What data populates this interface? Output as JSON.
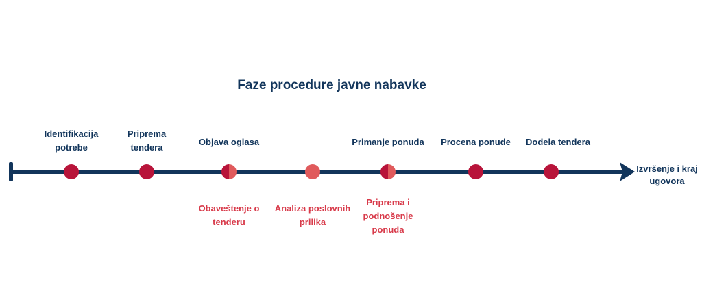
{
  "title": "Faze procedure javne nabavke",
  "top_labels": [
    "Identifikacija potrebe",
    "Priprema tendera",
    "Objava oglasa",
    "Primanje ponuda",
    "Procena ponude",
    "Dodela tendera"
  ],
  "bottom_labels": [
    "Obaveštenje o tenderu",
    "Analiza poslovnih prilika",
    "Priprema i podnošenje ponuda"
  ],
  "end_label": "Izvršenje i kraj ugovora",
  "colors": {
    "navy": "#12355b",
    "dark_red": "#b8143a",
    "light_red": "#e05a5c",
    "bottom_text": "#d83a4a"
  }
}
